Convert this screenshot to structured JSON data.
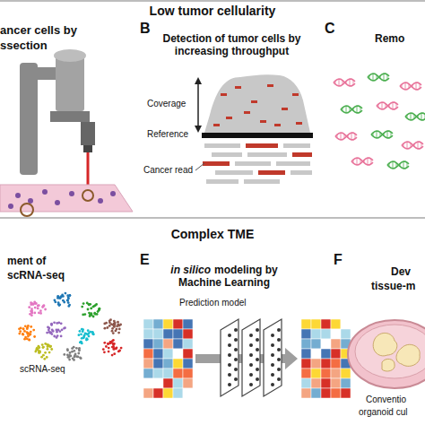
{
  "diagram": {
    "labels": [
      "Low tumor cellularity",
      "ancer cells by",
      "ssection",
      "B",
      "Detection of tumor cells by increasing throughput",
      "Coverage",
      "Reference",
      "Cancer read",
      "C",
      "Remo",
      "Complex TME",
      "ment of",
      "scRNA-seq",
      "scRNA-seq",
      "E",
      "in silico",
      "modeling by Machine Learning",
      "Prediction model",
      "F",
      "Dev",
      "tissue-m",
      "Conventio",
      "organoid cul"
    ]
  }
}
